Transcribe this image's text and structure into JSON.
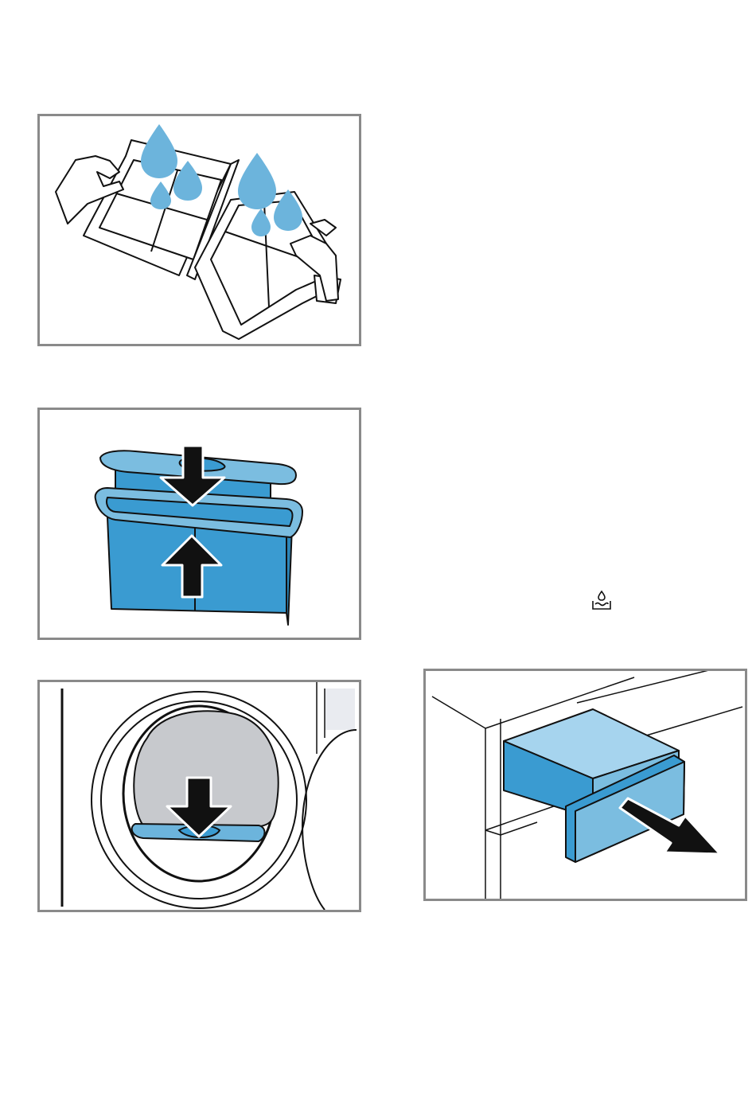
{
  "figures": [
    {
      "id": "p1",
      "subject": "rinsing-filter-under-water"
    },
    {
      "id": "p2",
      "subject": "assembling-fluff-filter"
    },
    {
      "id": "p3",
      "subject": "inserting-filter-in-door"
    },
    {
      "id": "p4",
      "subject": "pulling-out-water-container"
    }
  ],
  "icons": {
    "water_container_symbol": "water-container-icon"
  },
  "colors": {
    "water_drop": "#6cb4dc",
    "filter_blue": "#3a9bd1",
    "filter_light": "#7bbde0",
    "drawer_light": "#a6d4ee",
    "drum_grey": "#c7c9cd",
    "frame_border": "#8a8a8a"
  }
}
